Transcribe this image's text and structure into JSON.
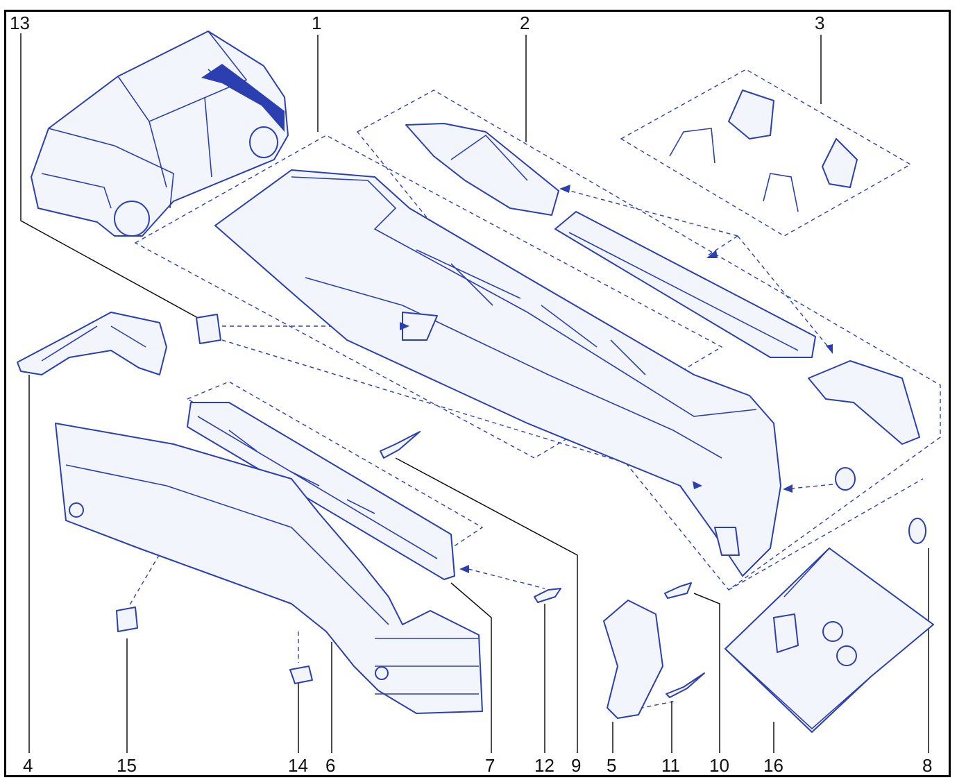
{
  "diagram": {
    "callouts": [
      {
        "id": "c13",
        "text": "13"
      },
      {
        "id": "c1",
        "text": "1"
      },
      {
        "id": "c2",
        "text": "2"
      },
      {
        "id": "c3",
        "text": "3"
      },
      {
        "id": "c4",
        "text": "4"
      },
      {
        "id": "c15",
        "text": "15"
      },
      {
        "id": "c14",
        "text": "14"
      },
      {
        "id": "c6",
        "text": "6"
      },
      {
        "id": "c7",
        "text": "7"
      },
      {
        "id": "c12",
        "text": "12"
      },
      {
        "id": "c9",
        "text": "9"
      },
      {
        "id": "c5",
        "text": "5"
      },
      {
        "id": "c11",
        "text": "11"
      },
      {
        "id": "c10",
        "text": "10"
      },
      {
        "id": "c16",
        "text": "16"
      },
      {
        "id": "c8",
        "text": "8"
      }
    ],
    "colors": {
      "line": "#2c3fb0",
      "fill": "#f3f5fc",
      "text": "#111111",
      "frame": "#000000"
    }
  }
}
